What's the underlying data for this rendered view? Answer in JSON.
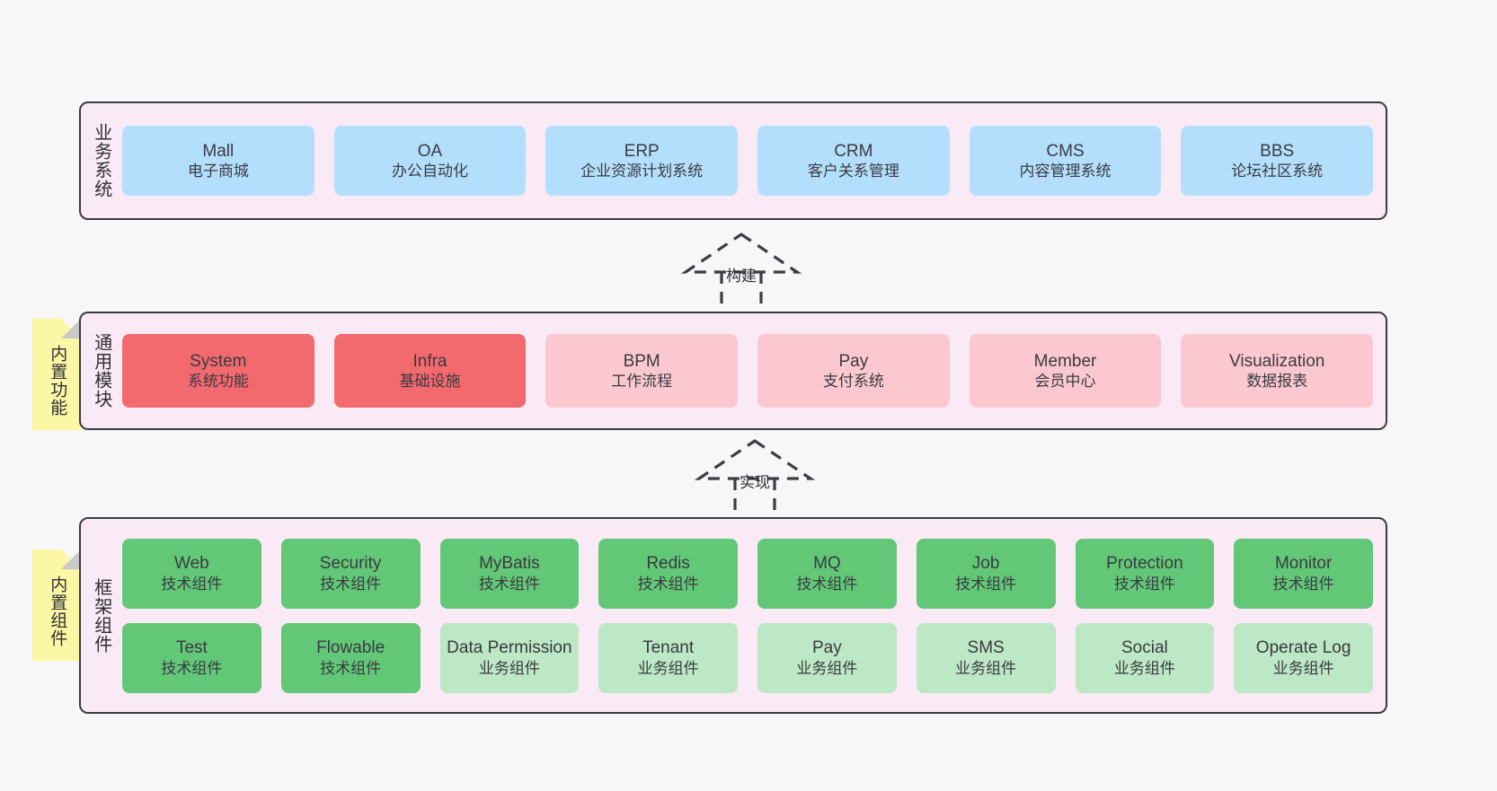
{
  "diagram": {
    "background_color": "#f7f7f7",
    "panel_background": "#f9eaf5",
    "panel_border_color": "#3c3c42"
  },
  "layers": [
    {
      "id": "business",
      "title": "业务系统",
      "rows": [
        {
          "nodes": [
            {
              "en": "Mall",
              "cn": "电子商城",
              "color": "#b3dffc",
              "style": "blue"
            },
            {
              "en": "OA",
              "cn": "办公自动化",
              "color": "#b3dffc",
              "style": "blue"
            },
            {
              "en": "ERP",
              "cn": "企业资源计划系统",
              "color": "#b3dffc",
              "style": "blue"
            },
            {
              "en": "CRM",
              "cn": "客户关系管理",
              "color": "#b3dffc",
              "style": "blue"
            },
            {
              "en": "CMS",
              "cn": "内容管理系统",
              "color": "#b3dffc",
              "style": "blue"
            },
            {
              "en": "BBS",
              "cn": "论坛社区系统",
              "color": "#b3dffc",
              "style": "blue"
            }
          ]
        }
      ]
    },
    {
      "id": "common",
      "title": "通用模块",
      "note": "内置功能",
      "rows": [
        {
          "nodes": [
            {
              "en": "System",
              "cn": "系统功能",
              "color": "#f2696e",
              "style": "red"
            },
            {
              "en": "Infra",
              "cn": "基础设施",
              "color": "#f2696e",
              "style": "red"
            },
            {
              "en": "BPM",
              "cn": "工作流程",
              "color": "#fbc8d0",
              "style": "pink"
            },
            {
              "en": "Pay",
              "cn": "支付系统",
              "color": "#fbc8d0",
              "style": "pink"
            },
            {
              "en": "Member",
              "cn": "会员中心",
              "color": "#fbc8d0",
              "style": "pink"
            },
            {
              "en": "Visualization",
              "cn": "数据报表",
              "color": "#fbc8d0",
              "style": "pink"
            }
          ]
        }
      ]
    },
    {
      "id": "framework",
      "title": "框架组件",
      "note": "内置组件",
      "rows": [
        {
          "nodes": [
            {
              "en": "Web",
              "cn": "技术组件",
              "color": "#62c878",
              "style": "green"
            },
            {
              "en": "Security",
              "cn": "技术组件",
              "color": "#62c878",
              "style": "green"
            },
            {
              "en": "MyBatis",
              "cn": "技术组件",
              "color": "#62c878",
              "style": "green"
            },
            {
              "en": "Redis",
              "cn": "技术组件",
              "color": "#62c878",
              "style": "green"
            },
            {
              "en": "MQ",
              "cn": "技术组件",
              "color": "#62c878",
              "style": "green"
            },
            {
              "en": "Job",
              "cn": "技术组件",
              "color": "#62c878",
              "style": "green"
            },
            {
              "en": "Protection",
              "cn": "技术组件",
              "color": "#62c878",
              "style": "green"
            },
            {
              "en": "Monitor",
              "cn": "技术组件",
              "color": "#62c878",
              "style": "green"
            }
          ]
        },
        {
          "nodes": [
            {
              "en": "Test",
              "cn": "技术组件",
              "color": "#62c878",
              "style": "green"
            },
            {
              "en": "Flowable",
              "cn": "技术组件",
              "color": "#62c878",
              "style": "green"
            },
            {
              "en": "Data Permission",
              "cn": "业务组件",
              "color": "#bce8c5",
              "style": "lightgreen"
            },
            {
              "en": "Tenant",
              "cn": "业务组件",
              "color": "#bce8c5",
              "style": "lightgreen"
            },
            {
              "en": "Pay",
              "cn": "业务组件",
              "color": "#bce8c5",
              "style": "lightgreen"
            },
            {
              "en": "SMS",
              "cn": "业务组件",
              "color": "#bce8c5",
              "style": "lightgreen"
            },
            {
              "en": "Social",
              "cn": "业务组件",
              "color": "#bce8c5",
              "style": "lightgreen"
            },
            {
              "en": "Operate Log",
              "cn": "业务组件",
              "color": "#bce8c5",
              "style": "lightgreen"
            }
          ]
        }
      ]
    }
  ],
  "connectors": [
    {
      "id": "build",
      "label": "构建",
      "style": "dashed-generalization-up",
      "from": "common",
      "to": "business"
    },
    {
      "id": "implement",
      "label": "实现",
      "style": "dashed-generalization-up",
      "from": "framework",
      "to": "common"
    }
  ]
}
